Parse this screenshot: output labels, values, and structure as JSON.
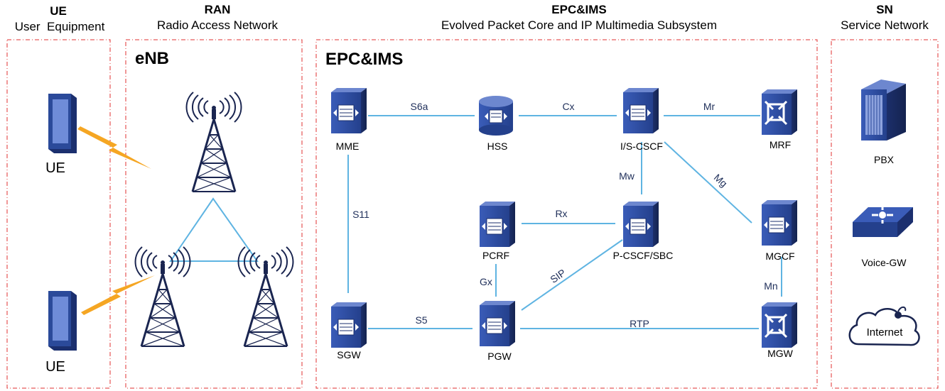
{
  "sections": {
    "ue": {
      "title": "UE",
      "subtitle": "User  Equipment"
    },
    "ran": {
      "title": "RAN",
      "subtitle": "Radio Access Network",
      "heading": "eNB"
    },
    "epc": {
      "title": "EPC&IMS",
      "subtitle": "Evolved Packet Core and IP Multimedia Subsystem",
      "heading": "EPC&IMS"
    },
    "sn": {
      "title": "SN",
      "subtitle": "Service Network"
    }
  },
  "ue_devices": [
    "UE",
    "UE"
  ],
  "nodes": {
    "mme": "MME",
    "hss": "HSS",
    "iscscf": "I/S-CSCF",
    "mrf": "MRF",
    "pcrf": "PCRF",
    "pcscf": "P-CSCF/SBC",
    "mgcf": "MGCF",
    "sgw": "SGW",
    "pgw": "PGW",
    "mgw": "MGW",
    "pbx": "PBX",
    "voicegw": "Voice-GW",
    "internet": "Internet"
  },
  "interfaces": {
    "s6a": "S6a",
    "cx": "Cx",
    "mr": "Mr",
    "mw": "Mw",
    "mg": "Mg",
    "s11": "S11",
    "rx": "Rx",
    "gx": "Gx",
    "sip": "SIP",
    "mn": "Mn",
    "s5": "S5",
    "rtp": "RTP"
  },
  "colors": {
    "region_border": "#e03030",
    "link": "#5fb4e2",
    "node_front": "#2b4a9a",
    "node_side": "#1b2f6e",
    "tower": "#1a2550",
    "wireless": "#f5a623"
  }
}
